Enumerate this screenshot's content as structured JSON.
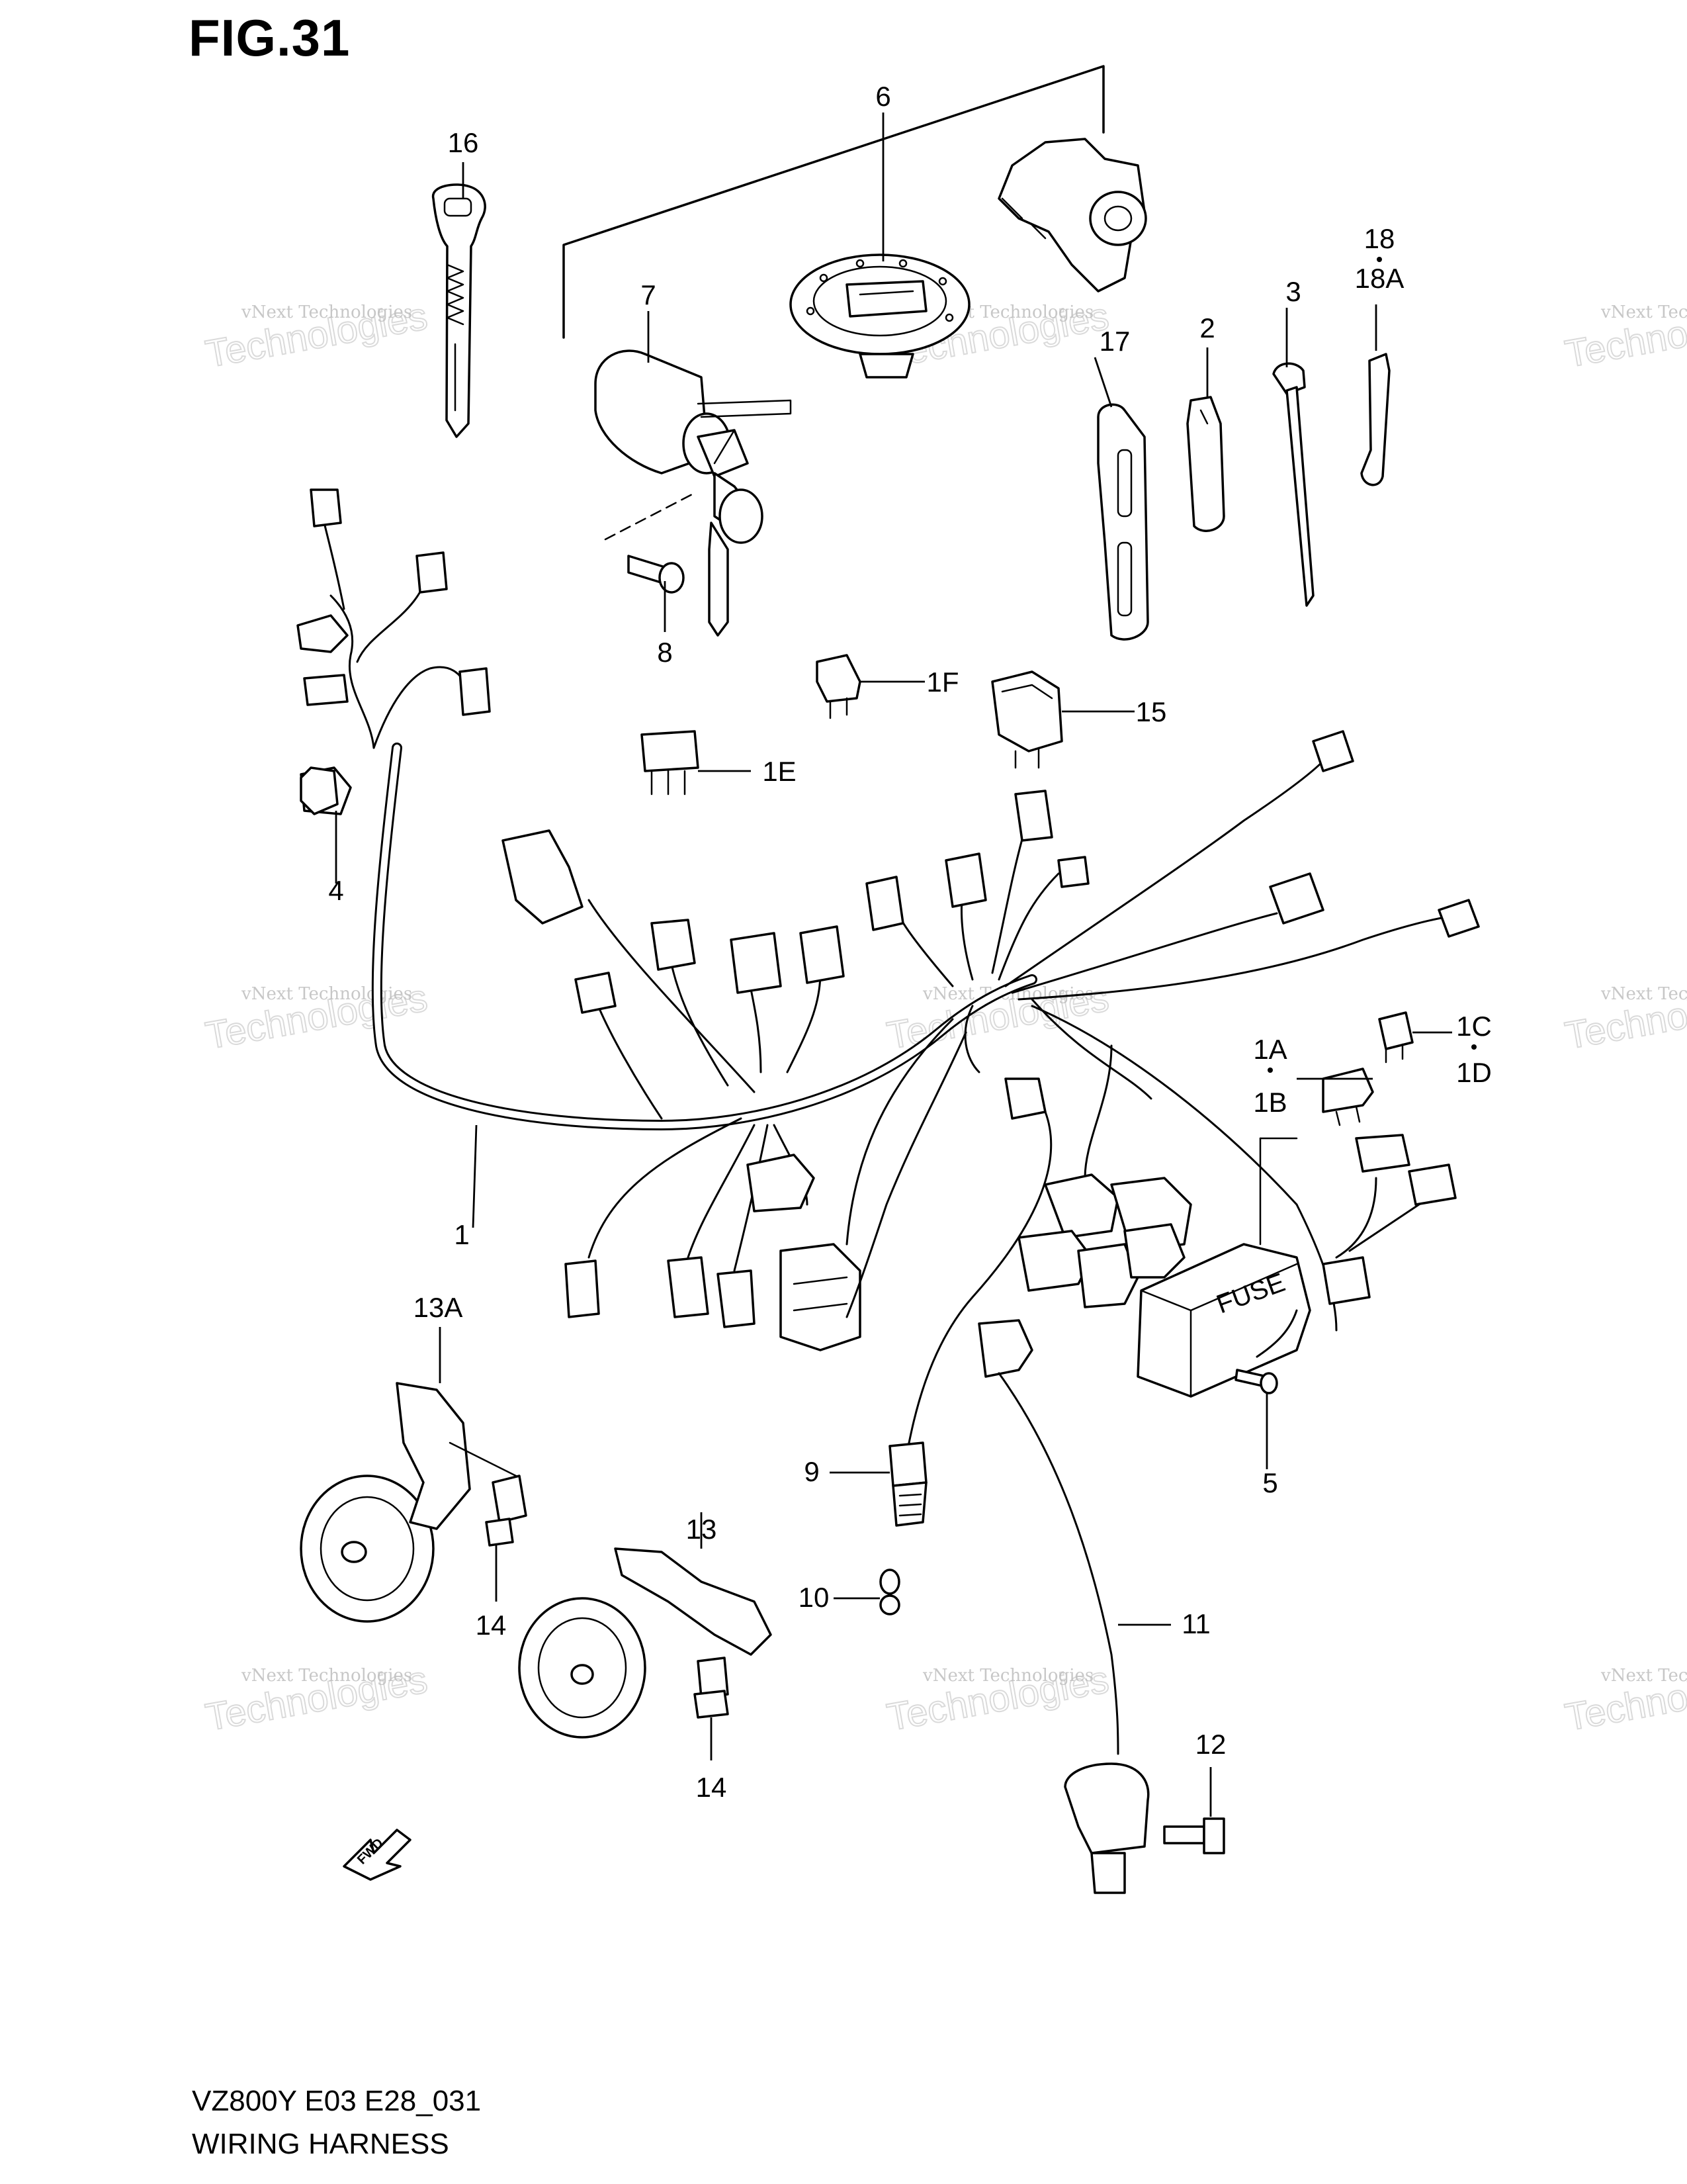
{
  "figure": {
    "title": "FIG.31",
    "code": "VZ800Y E03 E28_031",
    "name": "WIRING HARNESS"
  },
  "watermark": {
    "small": "vNext Technologies",
    "big": "Technologies"
  },
  "callouts": [
    {
      "id": "1",
      "label": "1"
    },
    {
      "id": "1A",
      "label": "1A"
    },
    {
      "id": "1B",
      "label": "1B"
    },
    {
      "id": "1C",
      "label": "1C"
    },
    {
      "id": "1D",
      "label": "1D"
    },
    {
      "id": "1E",
      "label": "1E"
    },
    {
      "id": "1F",
      "label": "1F"
    },
    {
      "id": "2",
      "label": "2"
    },
    {
      "id": "3",
      "label": "3"
    },
    {
      "id": "4",
      "label": "4"
    },
    {
      "id": "5",
      "label": "5"
    },
    {
      "id": "6",
      "label": "6"
    },
    {
      "id": "7",
      "label": "7"
    },
    {
      "id": "8",
      "label": "8"
    },
    {
      "id": "9",
      "label": "9"
    },
    {
      "id": "10",
      "label": "10"
    },
    {
      "id": "11",
      "label": "11"
    },
    {
      "id": "12",
      "label": "12"
    },
    {
      "id": "13",
      "label": "13"
    },
    {
      "id": "13A",
      "label": "13A"
    },
    {
      "id": "14a",
      "label": "14"
    },
    {
      "id": "14b",
      "label": "14"
    },
    {
      "id": "15",
      "label": "15"
    },
    {
      "id": "16",
      "label": "16"
    },
    {
      "id": "17",
      "label": "17"
    },
    {
      "id": "18",
      "label": "18"
    },
    {
      "id": "18A",
      "label": "18A"
    }
  ],
  "fuse_box_text": "FUSE",
  "fwd_arrow_text": "FWD"
}
